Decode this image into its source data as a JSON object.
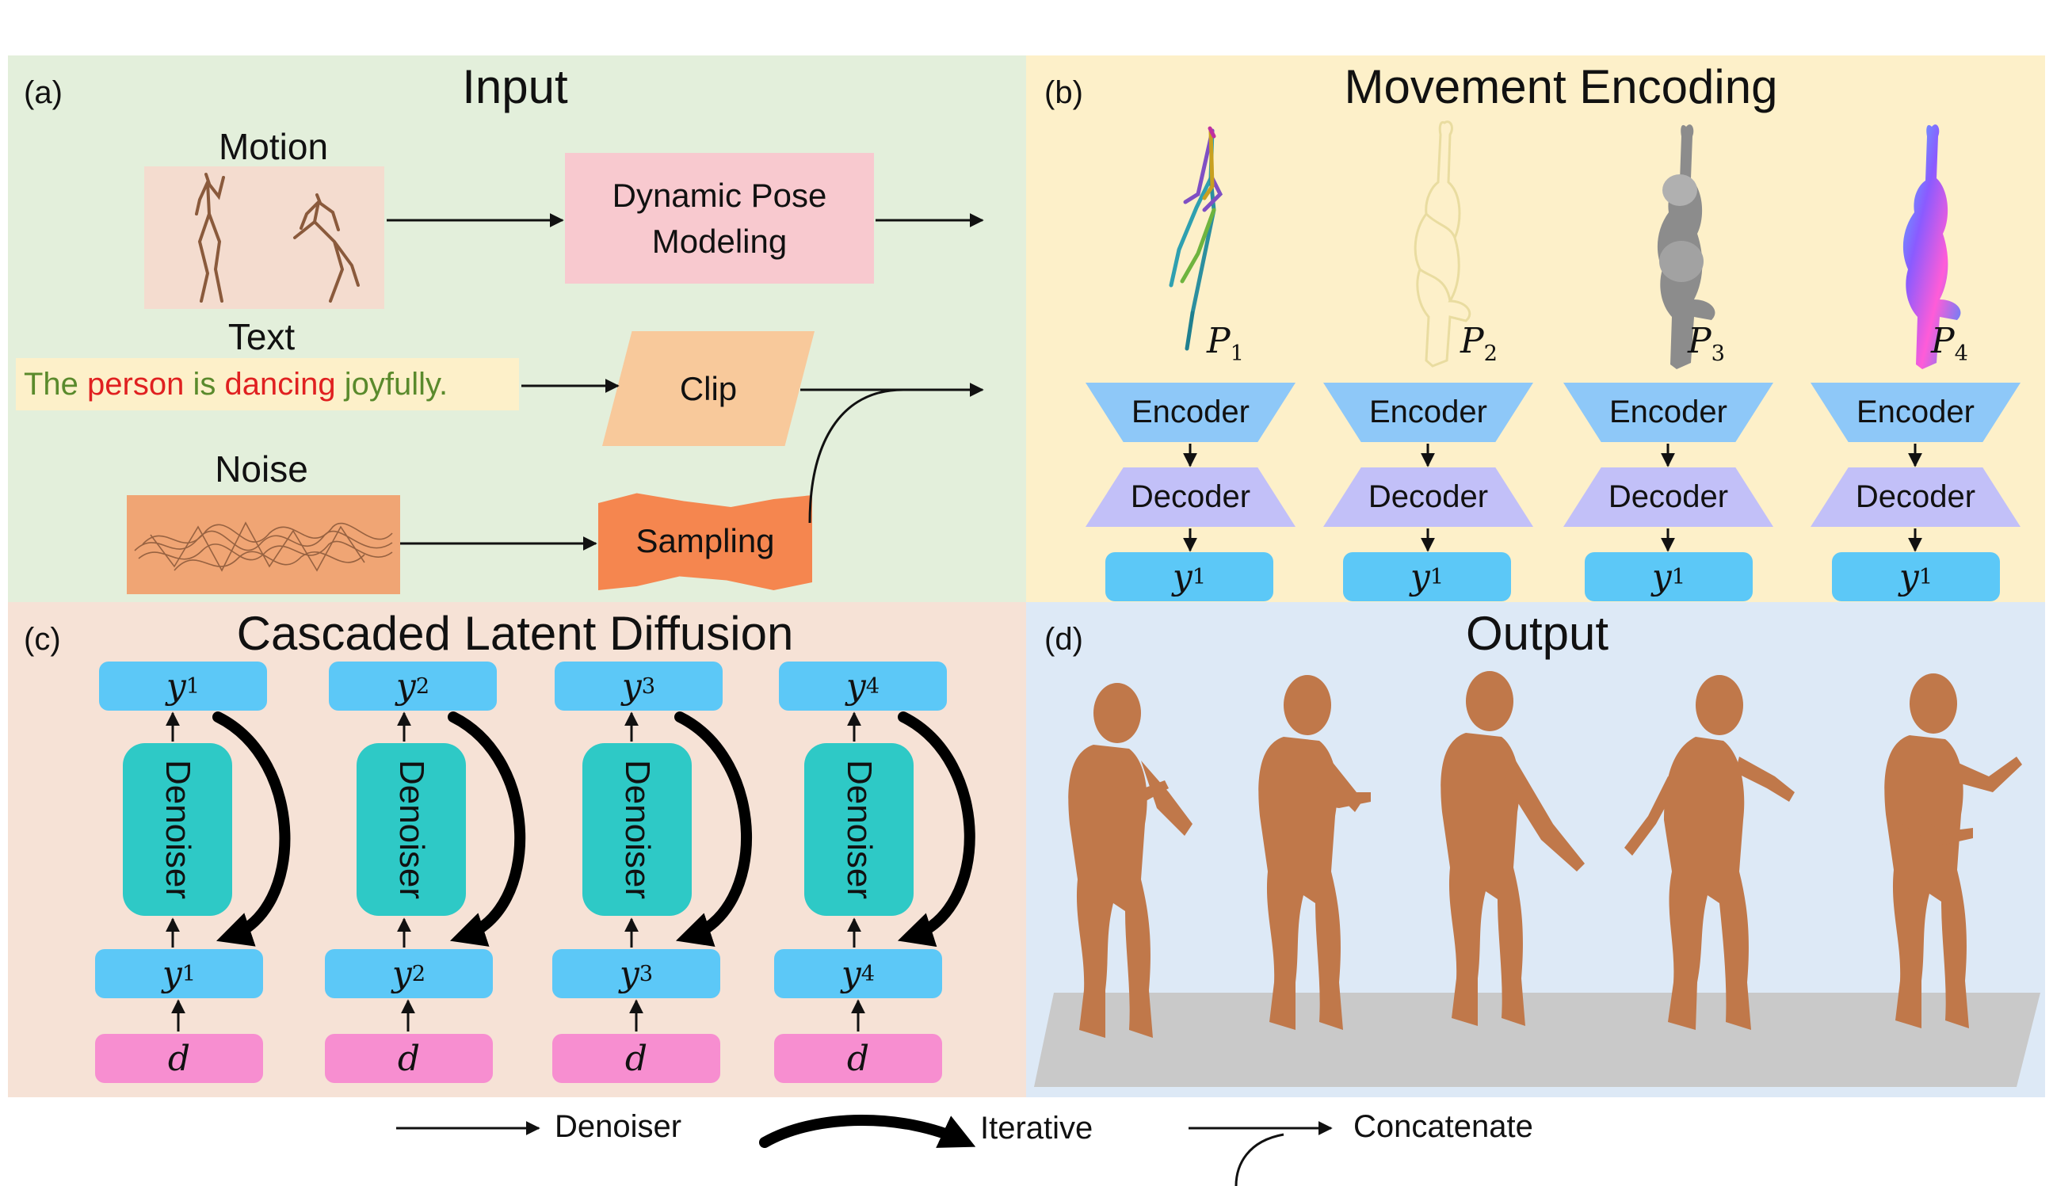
{
  "colors": {
    "panel_a_bg": "#e3efdb",
    "panel_b_bg": "#fdf0c9",
    "panel_c_bg": "#f6e2d6",
    "panel_d_bg": "#dde9f6",
    "dynamic_pose_bg": "#f8c9cf",
    "clip_bg": "#f8c99b",
    "sampling_bg": "#f5864f",
    "y_box": "#5cc8f7",
    "d_box": "#f78ed0",
    "denoiser": "#2ec9c6",
    "encoder": "#8ec8f8",
    "decoder": "#c2c0f8",
    "text_green": "#5a8a2c",
    "text_red": "#e02020",
    "human_body": "#c0784a",
    "floor": "#c9c9c9"
  },
  "panel_a": {
    "tag": "(a)",
    "title": "Input",
    "motion_label": "Motion",
    "text_label": "Text",
    "noise_label": "Noise",
    "dynamic_pose": "Dynamic Pose Modeling",
    "clip": "Clip",
    "sampling": "Sampling",
    "sentence": [
      {
        "text": "The ",
        "color": "green"
      },
      {
        "text": "person",
        "color": "red"
      },
      {
        "text": " is ",
        "color": "green"
      },
      {
        "text": "dancing",
        "color": "red"
      },
      {
        "text": " joyfully.",
        "color": "green"
      }
    ]
  },
  "panel_b": {
    "tag": "(b)",
    "title": "Movement Encoding",
    "columns": [
      {
        "p_base": "P",
        "p_sub": "1",
        "encoder": "Encoder",
        "decoder": "Decoder",
        "y_base": "y",
        "y_sub": "1",
        "figure": "skeleton-icon"
      },
      {
        "p_base": "P",
        "p_sub": "2",
        "encoder": "Encoder",
        "decoder": "Decoder",
        "y_base": "y",
        "y_sub": "1",
        "figure": "outline-body-icon"
      },
      {
        "p_base": "P",
        "p_sub": "3",
        "encoder": "Encoder",
        "decoder": "Decoder",
        "y_base": "y",
        "y_sub": "1",
        "figure": "gray-mesh-body-icon"
      },
      {
        "p_base": "P",
        "p_sub": "4",
        "encoder": "Encoder",
        "decoder": "Decoder",
        "y_base": "y",
        "y_sub": "1",
        "figure": "color-mesh-body-icon"
      }
    ]
  },
  "panel_c": {
    "tag": "(c)",
    "title": "Cascaded Latent Diffusion",
    "columns": [
      {
        "y_base": "y",
        "y_sub": "1",
        "denoiser": "Denoiser",
        "d": "d"
      },
      {
        "y_base": "y",
        "y_sub": "2",
        "denoiser": "Denoiser",
        "d": "d"
      },
      {
        "y_base": "y",
        "y_sub": "3",
        "denoiser": "Denoiser",
        "d": "d"
      },
      {
        "y_base": "y",
        "y_sub": "4",
        "denoiser": "Denoiser",
        "d": "d"
      }
    ]
  },
  "panel_d": {
    "tag": "(d)",
    "title": "Output",
    "figure_count": 5
  },
  "legend": {
    "denoiser": "Denoiser",
    "iterative": "Iterative",
    "concatenate": "Concatenate"
  }
}
